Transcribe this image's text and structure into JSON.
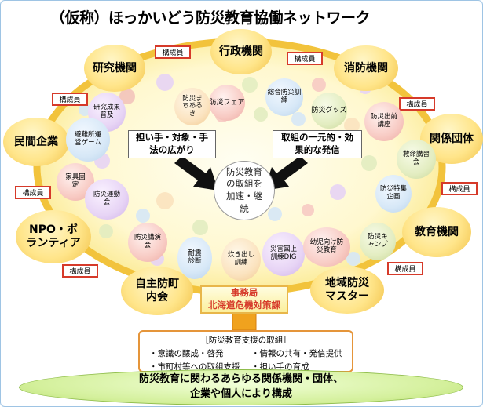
{
  "title": "（仮称）ほっかいどう防災教育協働ネットワーク",
  "organizations": {
    "research": "研究機関",
    "administration": "行政機関",
    "fire": "消防機関",
    "private_company": "民間企業",
    "related_groups": "関係団体",
    "npo": "NPO・ボランティア",
    "education": "教育機関",
    "neighborhood": "自主防町内会",
    "regional_master": "地域防災マスター"
  },
  "member_tag": "構成員",
  "activities": {
    "fair": "防災フェア",
    "comprehensive_drill": "総合防災訓練",
    "goods": "防災グッズ",
    "research_promo": "研究成果普及",
    "town_walk": "防災まちあるき",
    "outreach": "防災出前講座",
    "evacuation_game": "避難所運営ゲーム",
    "first_aid": "救命講習会",
    "furniture": "家具固定",
    "special_program": "防災特集企画",
    "campaign": "防災運動会",
    "camp": "防災キャンプ",
    "lecture": "防災講演会",
    "quake_diagnosis": "耐震診断",
    "cooking_drill": "炊き出し訓練",
    "dig": "災害図上訓練DIG",
    "infant_ed": "幼児向け防災教育"
  },
  "callouts": {
    "left": "担い手・対象・手法の広がり",
    "right": "取組の一元的・効果的な発信"
  },
  "center_goal": "防災教育の取組を加速・継続",
  "secretariat": {
    "label": "事務局",
    "department": "北海道危機対策課"
  },
  "support": {
    "heading": "［防災教育支援の取組］",
    "items": [
      "・意識の醸成・啓発",
      "・情報の共有・発信提供",
      "・市町村等への取組支援",
      "・担い手の育成"
    ]
  },
  "bottom_banner": {
    "line1": "防災教育に関わるあらゆる関係機関・団体、",
    "line2": "企業や個人により構成"
  }
}
